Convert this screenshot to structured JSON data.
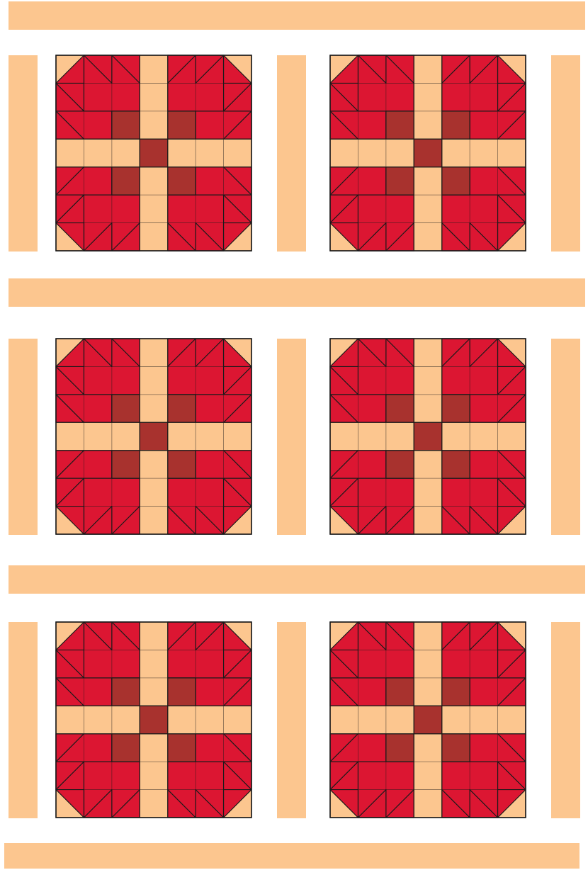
{
  "quilt": {
    "block_name": "",
    "layout": {
      "rows": 3,
      "cols": 2
    },
    "colors": {
      "background": "#ffffff",
      "sashing": "#fcc68f",
      "block_light": "#fcc68f",
      "petal_red": "#dc1632",
      "center_dark": "#a8322e",
      "outline": "#1a1a1a"
    },
    "blocks": [
      {
        "row": 1,
        "col": 1
      },
      {
        "row": 1,
        "col": 2
      },
      {
        "row": 2,
        "col": 1
      },
      {
        "row": 2,
        "col": 2
      },
      {
        "row": 3,
        "col": 1
      },
      {
        "row": 3,
        "col": 2
      }
    ]
  }
}
